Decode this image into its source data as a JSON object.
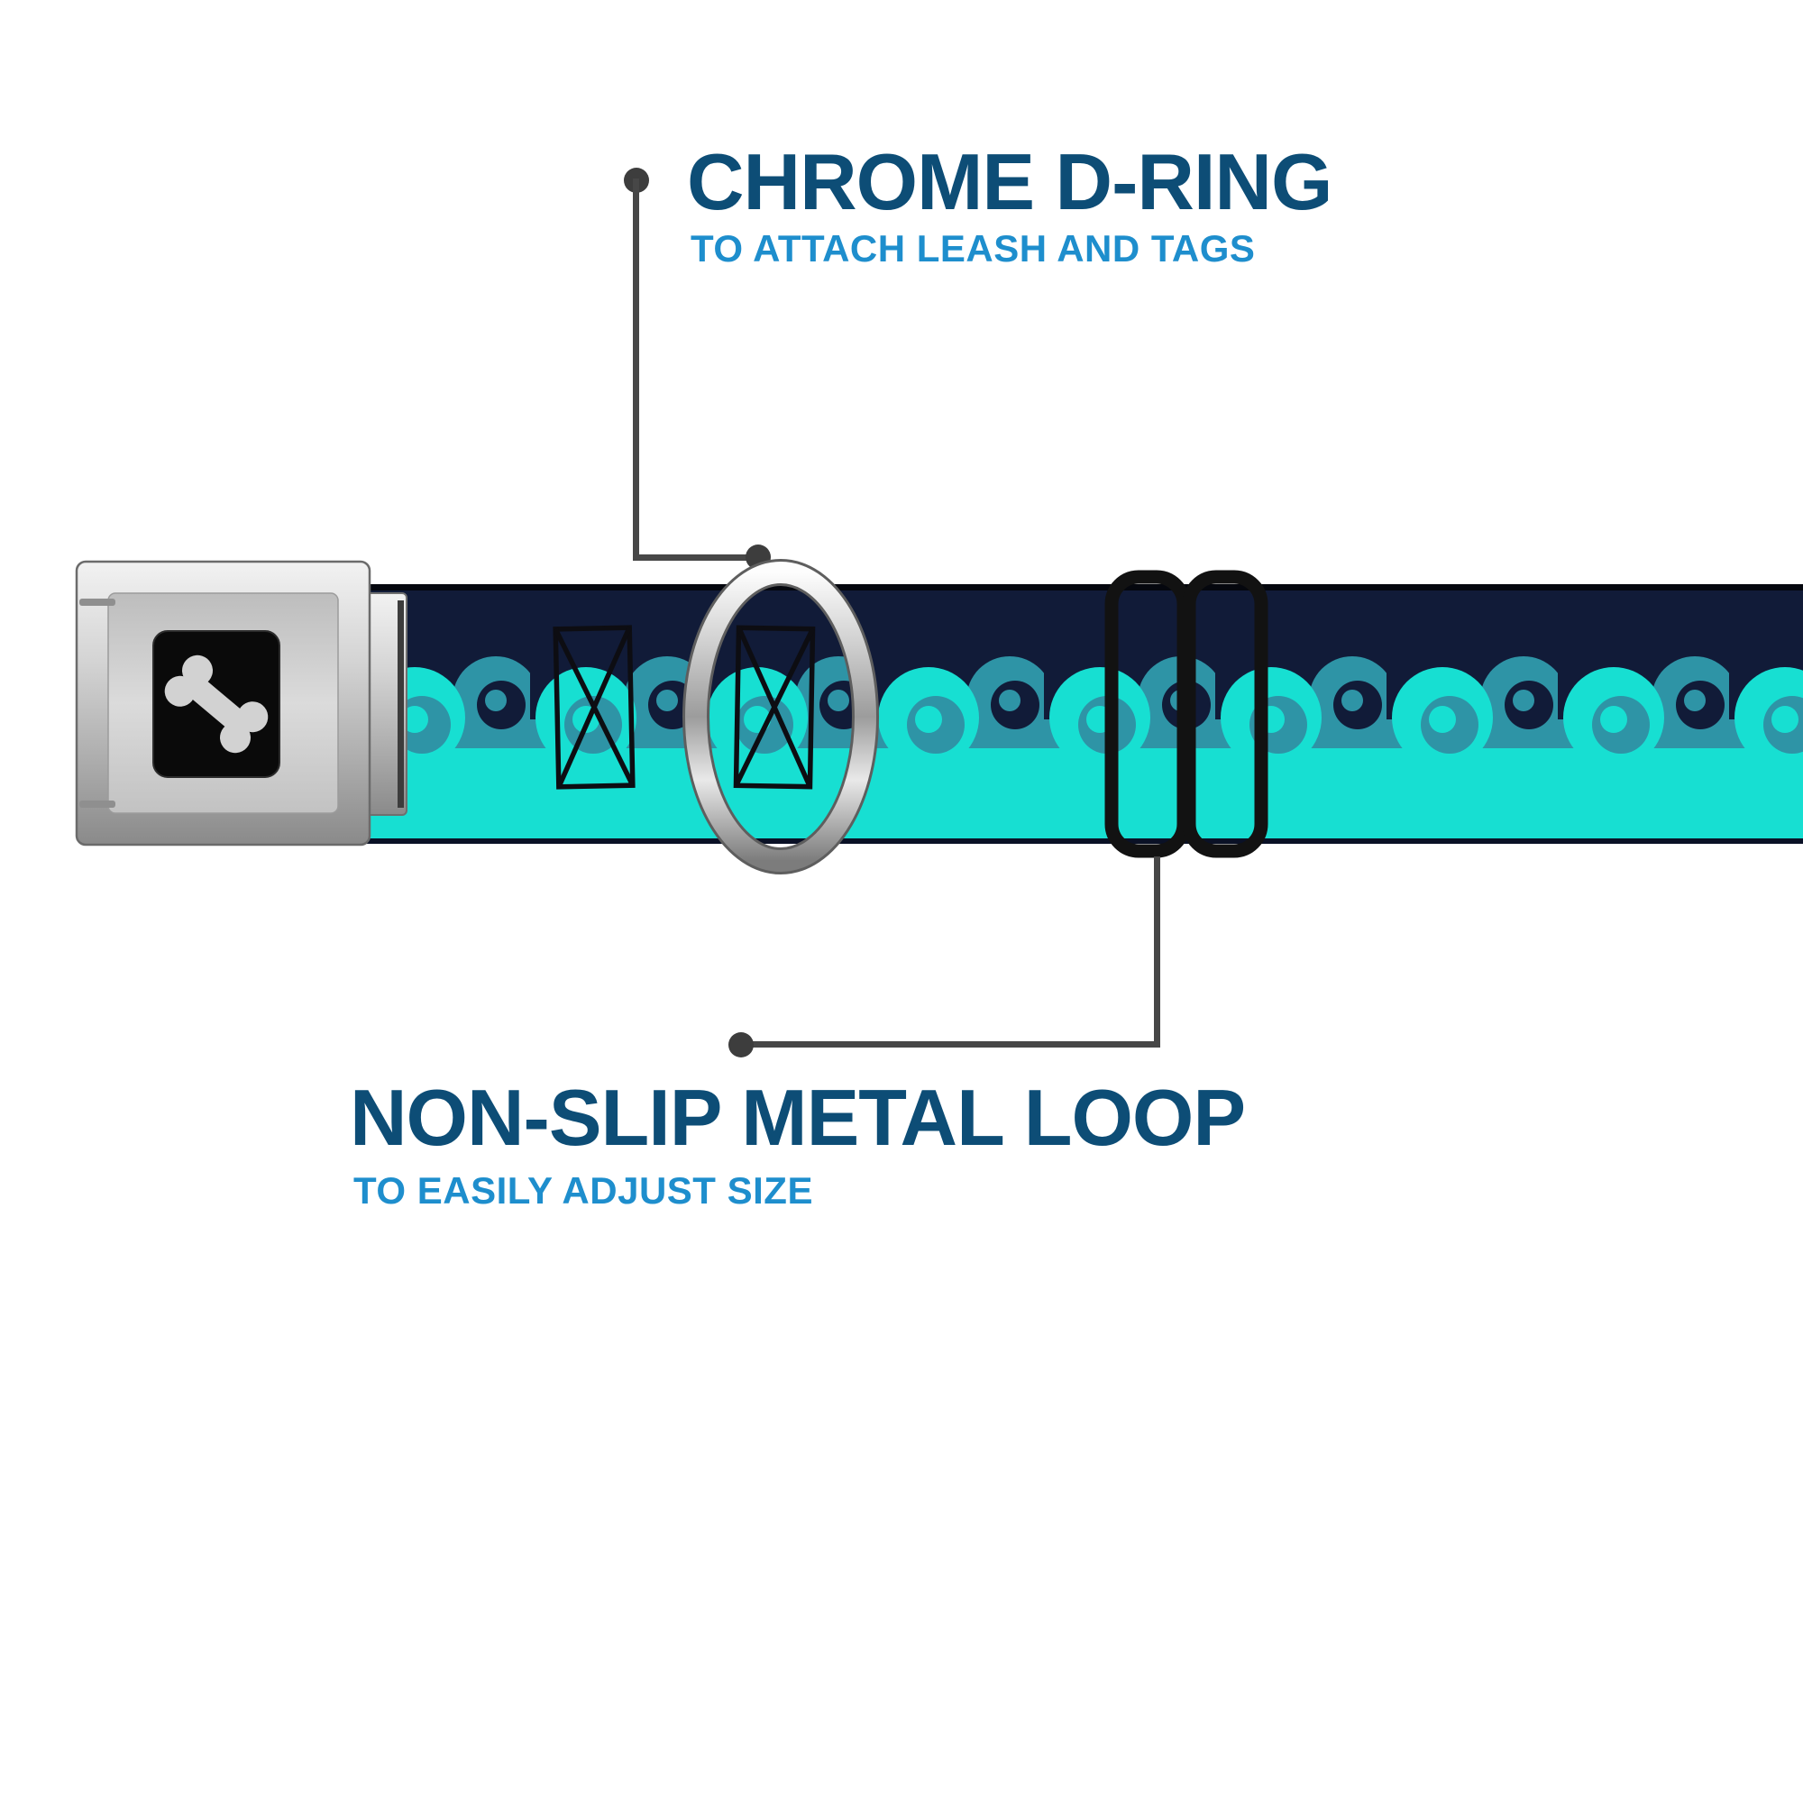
{
  "page": {
    "background": "#ffffff"
  },
  "callouts": {
    "d_ring": {
      "title": "CHROME D-RING",
      "subtitle": "TO ATTACH LEASH AND TAGS"
    },
    "metal_loop": {
      "title": "NON-SLIP METAL LOOP",
      "subtitle": "TO EASILY ADJUST SIZE"
    }
  },
  "colors": {
    "callout_title_navy": "#0d4d76",
    "callout_subtitle_blue": "#1e8ecd",
    "connector_gray": "#474747",
    "strap_navy": "#111b38",
    "wave_bright_teal": "#17dfd2",
    "wave_dark_teal": "#2e94a6",
    "buckle_silver": "#c7c7c7",
    "buckle_center_black": "#0a0a0a",
    "bone_icon_gray": "#d2d2d2",
    "d_ring_chrome": "#cfcfcf",
    "slider_black": "#121212"
  },
  "icons": {
    "buckle_center": "dog-bone-icon",
    "collar_parts": [
      "seatbelt-buckle",
      "chrome-d-ring",
      "metal-slider-loop"
    ]
  }
}
